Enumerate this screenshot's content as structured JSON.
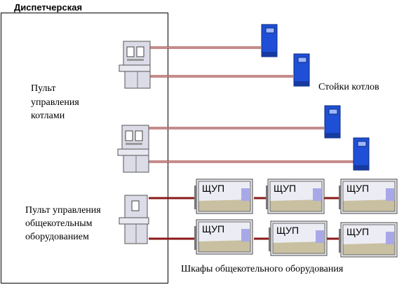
{
  "diagram": {
    "room_title": "Диспетчерская",
    "boiler_console_label": [
      "Пульт",
      "управления",
      "котлами"
    ],
    "common_console_label": [
      "Пульт управления",
      "общекотельным",
      "оборудованием"
    ],
    "boiler_racks_label": "Стойки котлов",
    "cabinets_label": "Шкафы общекотельного оборудования",
    "cabinet_name": "ЩУП",
    "colors": {
      "link": "#8b1a1a",
      "rack_blue": "#1f4fd6",
      "console_fill": "#dcdce8",
      "cabinet_fill": "#c8c0a0",
      "cabinet_sky": "#a8a8e8"
    }
  }
}
